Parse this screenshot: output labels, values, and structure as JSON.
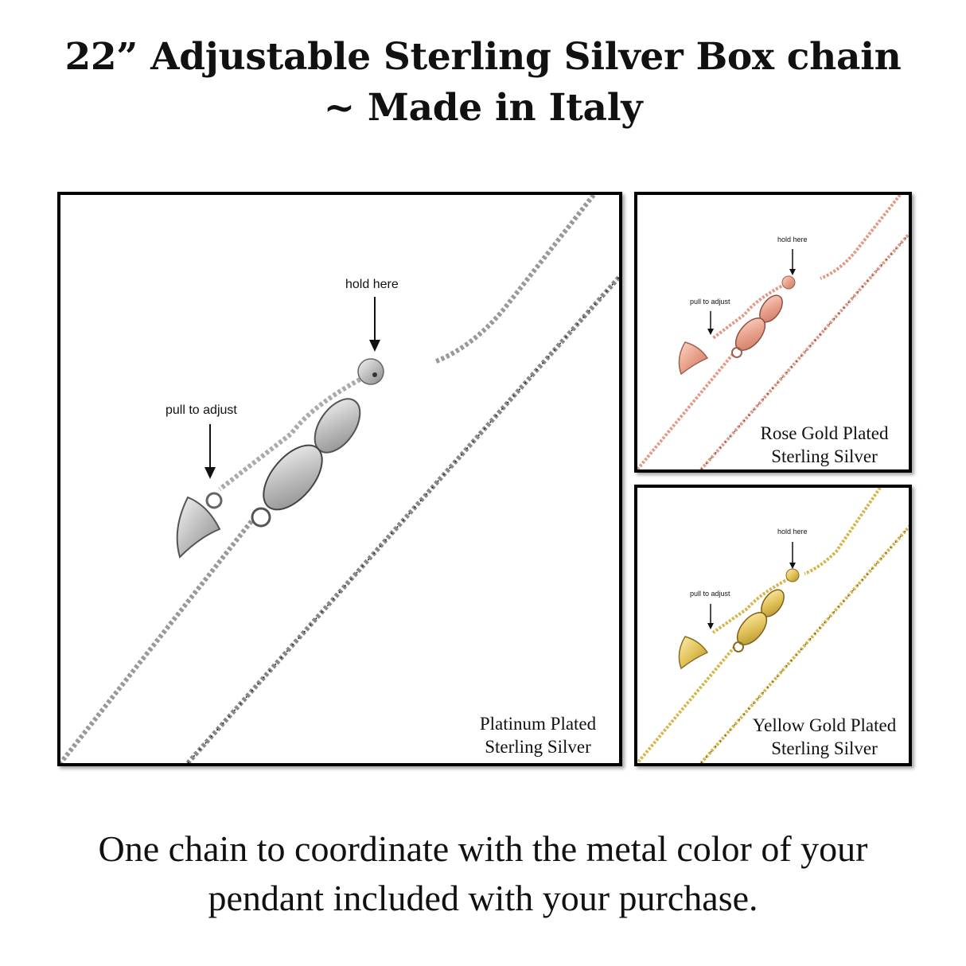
{
  "title": {
    "line1": "22” Adjustable Sterling Silver Box chain",
    "line2": "~ Made in Italy"
  },
  "panels": {
    "platinum": {
      "hold_label": "hold here",
      "pull_label": "pull to adjust",
      "caption_line1": "Platinum Plated",
      "caption_line2": "Sterling Silver",
      "metal_color": "#9a9a9a"
    },
    "rose": {
      "hold_label": "hold here",
      "pull_label": "pull to adjust",
      "caption_line1": "Rose Gold Plated",
      "caption_line2": "Sterling Silver",
      "metal_color": "#e09a85"
    },
    "yellow": {
      "hold_label": "hold here",
      "pull_label": "pull to adjust",
      "caption_line1": "Yellow Gold Plated",
      "caption_line2": "Sterling Silver",
      "metal_color": "#d6b64a"
    }
  },
  "footer": {
    "line1": "One chain to coordinate with the metal color of your",
    "line2": "pendant included with your purchase."
  }
}
